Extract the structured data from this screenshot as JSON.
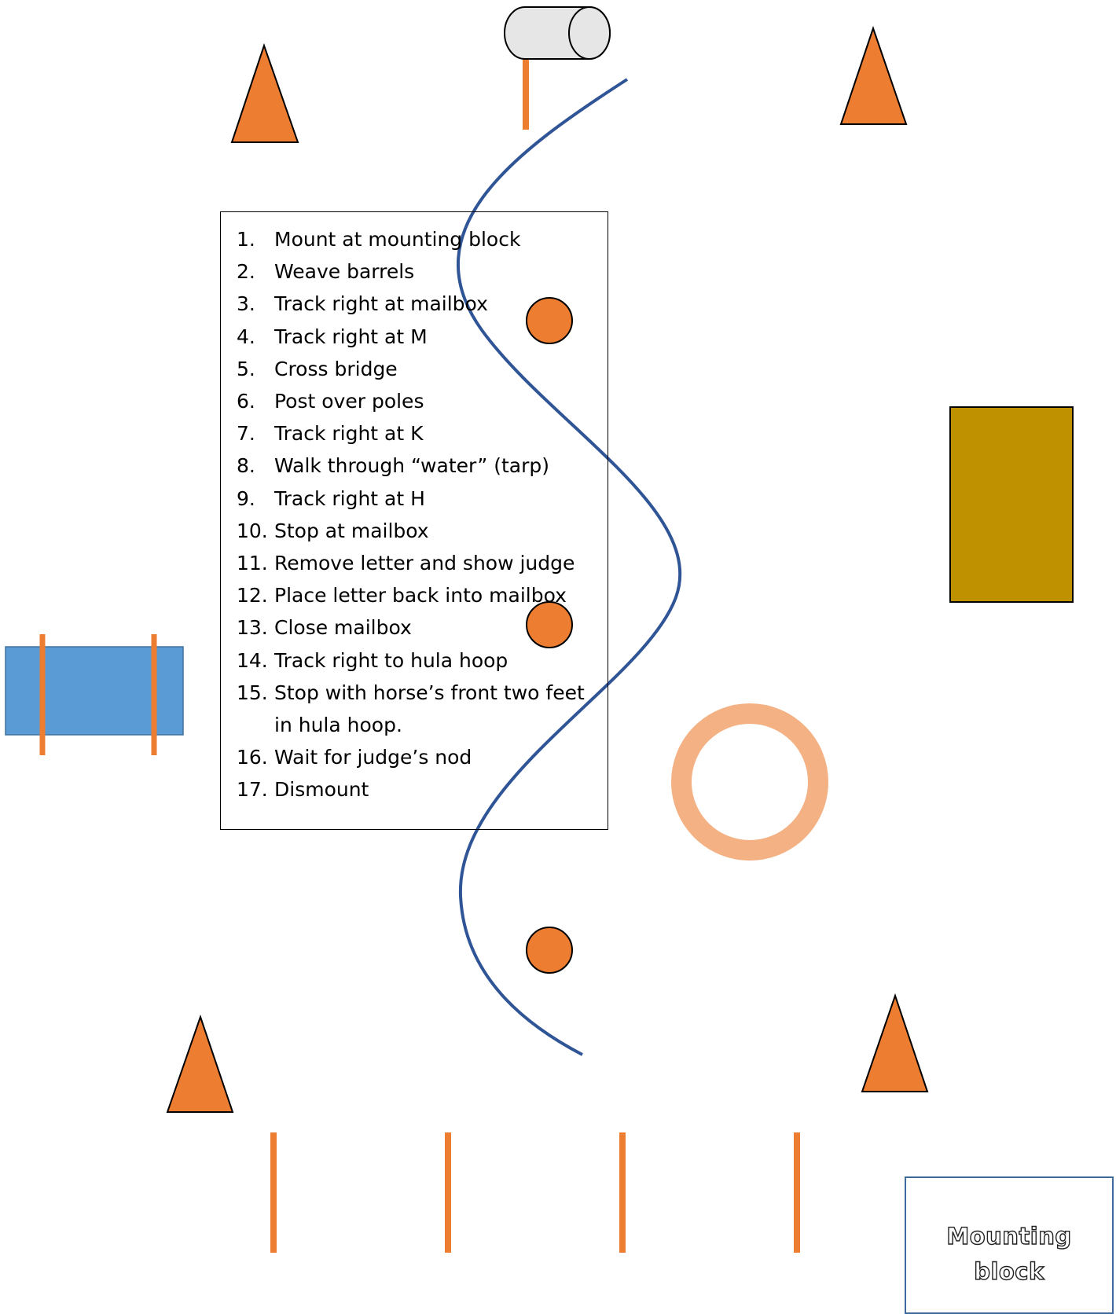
{
  "steps": [
    {
      "num": "1.",
      "text": "Mount at mounting block"
    },
    {
      "num": "2.",
      "text": "Weave barrels"
    },
    {
      "num": "3.",
      "text": "Track right at mailbox"
    },
    {
      "num": "4.",
      "text": "Track right at M"
    },
    {
      "num": "5.",
      "text": "Cross bridge"
    },
    {
      "num": "6.",
      "text": "Post over poles"
    },
    {
      "num": "7.",
      "text": "Track right at K"
    },
    {
      "num": "8.",
      "text": "Walk through “water” (tarp)"
    },
    {
      "num": "9.",
      "text": "Track right at H"
    },
    {
      "num": "10.",
      "text": "Stop at mailbox"
    },
    {
      "num": "11.",
      "text": "Remove letter and show judge"
    },
    {
      "num": "12.",
      "text": "Place letter back into mailbox"
    },
    {
      "num": "13.",
      "text": "Close mailbox"
    },
    {
      "num": "14.",
      "text": "Track right to hula hoop"
    },
    {
      "num": "15.",
      "text": "Stop with horse’s front two feet"
    },
    {
      "num": "",
      "text": "in hula hoop."
    },
    {
      "num": "16.",
      "text": "Wait for judge’s nod"
    },
    {
      "num": "17.",
      "text": "Dismount"
    }
  ],
  "mounting_block": {
    "label": "Mounting\nblock"
  },
  "colors": {
    "cone": "#ed7d31",
    "pole": "#ed7d31",
    "barrel": "#ed7d31",
    "path": "#2f5597",
    "hoop": "#f4b183",
    "tarp": "#bf9000",
    "bridge": "#5b9bd5",
    "mailbox": "#e6e6e6"
  }
}
